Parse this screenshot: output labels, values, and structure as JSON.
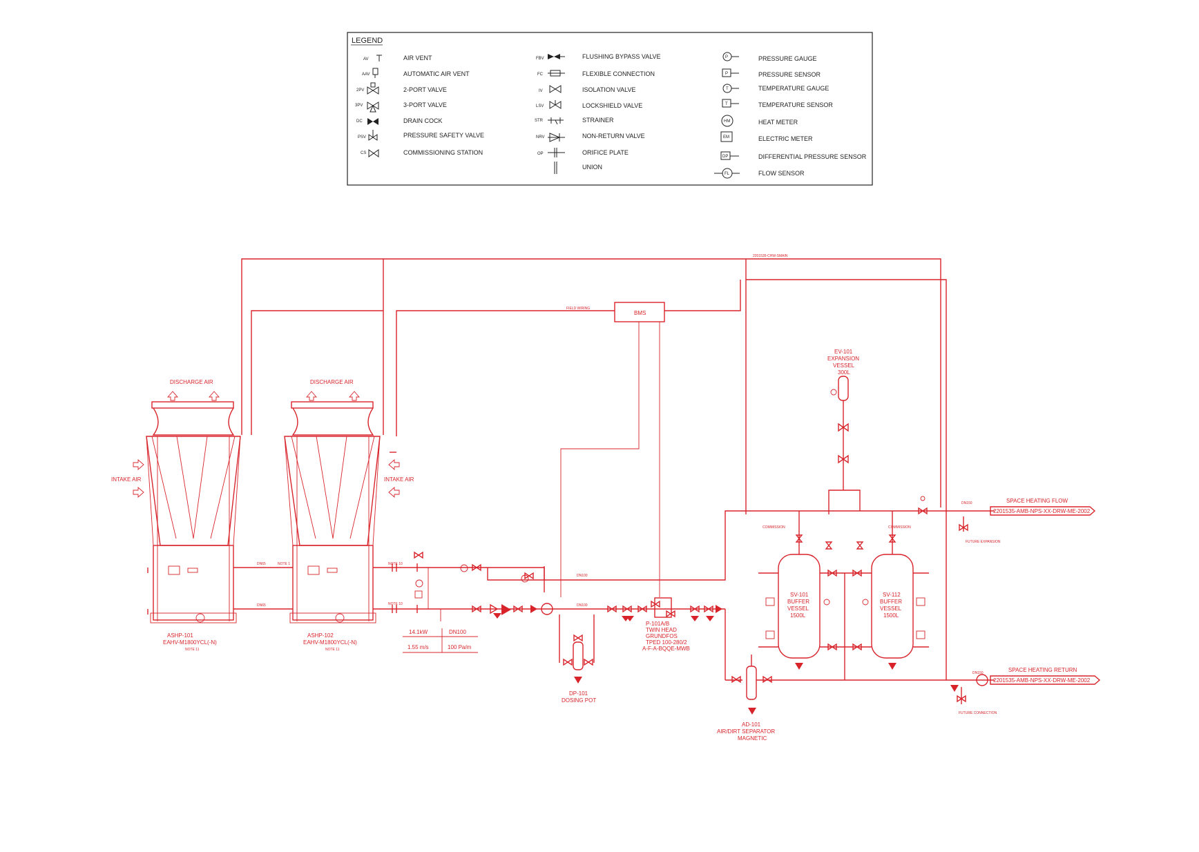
{
  "colors": {
    "pipe": "#d8232a",
    "legend_ink": "#222222",
    "background": "#ffffff"
  },
  "legend": {
    "title": "LEGEND",
    "items": [
      {
        "abbr": "AV",
        "label": "AIR VENT",
        "icon": "air-vent-icon"
      },
      {
        "abbr": "AAV",
        "label": "AUTOMATIC AIR VENT",
        "icon": "automatic-air-vent-icon"
      },
      {
        "abbr": "2PV",
        "label": "2-PORT VALVE",
        "icon": "2-port-valve-icon"
      },
      {
        "abbr": "3PV",
        "label": "3-PORT VALVE",
        "icon": "3-port-valve-icon"
      },
      {
        "abbr": "DC",
        "label": "DRAIN COCK",
        "icon": "drain-cock-icon"
      },
      {
        "abbr": "PSV",
        "label": "PRESSURE SAFETY VALVE",
        "icon": "pressure-safety-valve-icon"
      },
      {
        "abbr": "CS",
        "label": "COMMISSIONING STATION",
        "icon": "commissioning-station-icon"
      },
      {
        "abbr": "FBV",
        "label": "FLUSHING BYPASS VALVE",
        "icon": "flushing-bypass-valve-icon"
      },
      {
        "abbr": "FC",
        "label": "FLEXIBLE CONNECTION",
        "icon": "flexible-connection-icon"
      },
      {
        "abbr": "IV",
        "label": "ISOLATION VALVE",
        "icon": "isolation-valve-icon"
      },
      {
        "abbr": "LSV",
        "label": "LOCKSHIELD VALVE",
        "icon": "lockshield-valve-icon"
      },
      {
        "abbr": "STR",
        "label": "STRAINER",
        "icon": "strainer-icon"
      },
      {
        "abbr": "NRV",
        "label": "NON-RETURN VALVE",
        "icon": "non-return-valve-icon"
      },
      {
        "abbr": "OP",
        "label": "ORIFICE PLATE",
        "icon": "orifice-plate-icon"
      },
      {
        "abbr": "",
        "label": "UNION",
        "icon": "union-icon"
      },
      {
        "abbr": "P",
        "label": "PRESSURE GAUGE",
        "icon": "pressure-gauge-icon"
      },
      {
        "abbr": "P",
        "label": "PRESSURE SENSOR",
        "icon": "pressure-sensor-icon"
      },
      {
        "abbr": "T",
        "label": "TEMPERATURE GAUGE",
        "icon": "temperature-gauge-icon"
      },
      {
        "abbr": "T",
        "label": "TEMPERATURE SENSOR",
        "icon": "temperature-sensor-icon"
      },
      {
        "abbr": "HM",
        "label": "HEAT METER",
        "icon": "heat-meter-icon"
      },
      {
        "abbr": "EM",
        "label": "ELECTRIC METER",
        "icon": "electric-meter-icon"
      },
      {
        "abbr": "DP",
        "label": "DIFFERENTIAL PRESSURE SENSOR",
        "icon": "differential-pressure-sensor-icon"
      },
      {
        "abbr": "FL",
        "label": "FLOW SENSOR",
        "icon": "flow-sensor-icon"
      }
    ]
  },
  "diagram": {
    "discharge_air_1": "DISCHARGE AIR",
    "discharge_air_2": "DISCHARGE AIR",
    "intake_air_1": "INTAKE AIR",
    "intake_air_2": "INTAKE AIR",
    "ashp1": {
      "tag": "ASHP-101",
      "model": "EAHV-M1800YCL(-N)",
      "note": "NOTE 11"
    },
    "ashp2": {
      "tag": "ASHP-102",
      "model": "EAHV-M1800YCL(-N)",
      "note": "NOTE 11"
    },
    "bms_label": "BMS",
    "ev": {
      "tag": "EV-101",
      "name": "EXPANSION",
      "name2": "VESSEL",
      "size": "300L"
    },
    "sv1": {
      "tag": "SV-101",
      "name": "BUFFER",
      "name2": "VESSEL",
      "size": "1500L"
    },
    "sv2": {
      "tag": "SV-112",
      "name": "BUFFER",
      "name2": "VESSEL",
      "size": "1500L"
    },
    "pump": {
      "tag": "P-101A/B",
      "l1": "TWIN HEAD",
      "l2": "GRUNDFOS",
      "l3": "TPED 100-280/2",
      "l4": "A-F-A-BQQE-MWB"
    },
    "dosing": {
      "tag": "DP-101",
      "name": "DOSING POT"
    },
    "separator": {
      "tag": "AD-101",
      "name": "AIR/DIRT SEPARATOR",
      "name2": "MAGNETIC"
    },
    "flow_out": {
      "title": "SPACE HEATING FLOW",
      "ref": "2201535-AMB-NPS-XX-DRW-ME-2002"
    },
    "flow_ret": {
      "title": "SPACE HEATING RETURN",
      "ref": "2201535-AMB-NPS-XX-DRW-ME-2002"
    },
    "box1": {
      "a": "14.1kW",
      "b": "DN100",
      "c": "1.55 m/s",
      "d": "100 Pa/m"
    }
  }
}
